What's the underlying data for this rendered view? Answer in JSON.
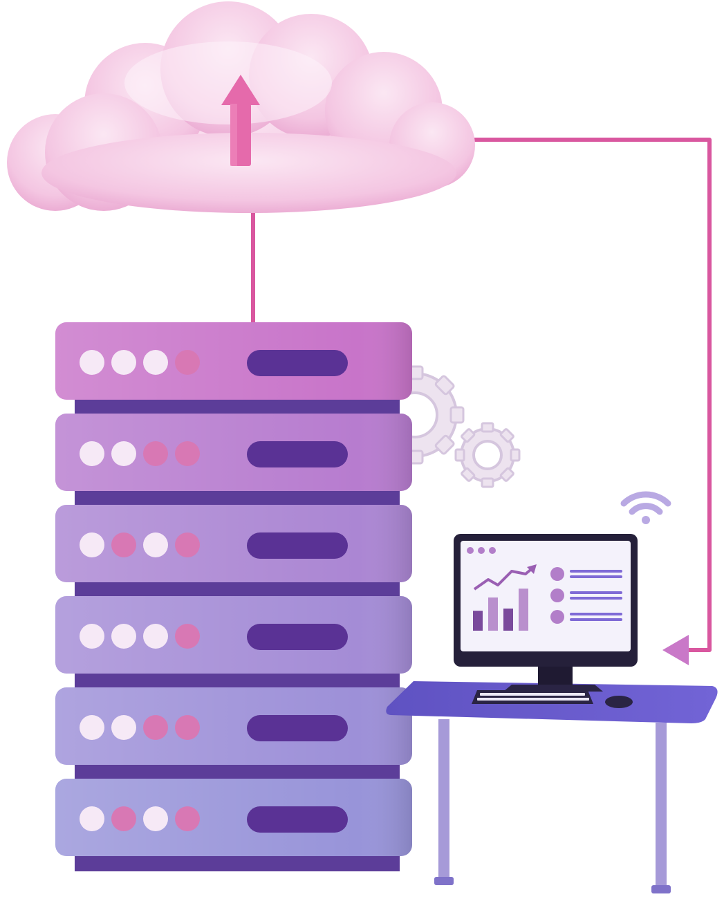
{
  "illustration": {
    "subject": "cloud-server-upload",
    "colors": {
      "cloud": "#f6cde6",
      "cloud_shade": "#e9a9d1",
      "upload_arrow": "#e05aa6",
      "connector_line": "#d9579f",
      "server_top": "#c06fcb",
      "server_bottom": "#9a86d8",
      "server_gap": "#5c3d99",
      "indicator_light": "#f6e9f6",
      "indicator_active": "#d878b4",
      "drive_slot": "#5a3295",
      "gear": "#ece1ef",
      "gear_outline": "#d7c8de",
      "wifi": "#b9a9e3",
      "desk": "#6357c9",
      "desk_legs": "#a69ad8",
      "monitor_frame": "#25203a",
      "screen": "#f4f2fb",
      "chart_bar_dark": "#7a4a9c",
      "chart_bar_light": "#b98fcd",
      "trend_line": "#9a5fb3",
      "list_bullet": "#b27ec9",
      "list_line": "#7f6ad6"
    },
    "server_units": [
      {
        "lights": [
          "off",
          "off",
          "off",
          "on"
        ]
      },
      {
        "lights": [
          "off",
          "off",
          "on",
          "on"
        ]
      },
      {
        "lights": [
          "off",
          "on",
          "off",
          "on"
        ]
      },
      {
        "lights": [
          "off",
          "off",
          "off",
          "on"
        ]
      },
      {
        "lights": [
          "off",
          "off",
          "on",
          "on"
        ]
      },
      {
        "lights": [
          "off",
          "on",
          "off",
          "on"
        ]
      }
    ],
    "icons": [
      "upload-arrow-icon",
      "gear-icon",
      "wifi-icon",
      "download-arrow-icon"
    ],
    "dashboard": {
      "bars": [
        0.45,
        0.75,
        0.5,
        0.95
      ],
      "list_rows": 3,
      "window_dots": 3
    }
  }
}
